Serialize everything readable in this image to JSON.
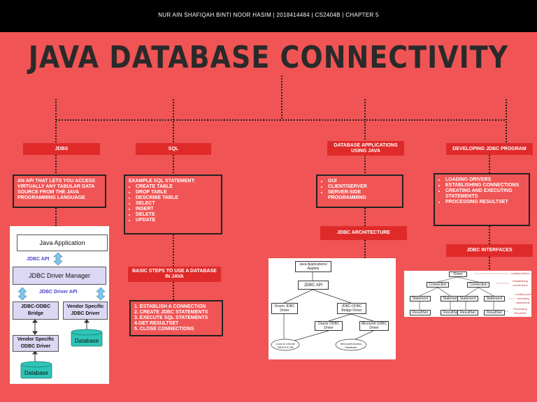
{
  "header": {
    "author_line": "NUR AIN SHAFIQAH BINTI NOOR HASIM | 2018414484 | CS2404B | CHAPTER 5"
  },
  "title": "JAVA DATABASE CONNECTIVITY",
  "branches": [
    {
      "label": "JDBS",
      "description": "AN API THAT LETS YOU ACCESS VIRTUALLY ANY TABULAR DATA SOURCE  FROM THE JAVA PROGRAMMING LANGUAGE"
    },
    {
      "label": "SQL",
      "intro": "EXAMPLE SQL STATEMENT:",
      "items": [
        "CREATE TABLE",
        "DROP TABLE",
        "DESCRIBE TABLE",
        "SELECT",
        "INSERT",
        "DELETE",
        "UPDATE"
      ],
      "sub_label": "BASIC STEPS TO USE A DATABASE IN JAVA",
      "steps": [
        "1. ESTABLISH A CONNECTION",
        "2. CREATE JDBC STATEMENTS",
        "3. EXECUTE SQL STATEMENTS",
        "4.GET RESULTSET",
        "5. CLOSE CONNECTIONS"
      ]
    },
    {
      "label": "DATABASE APPLICATIONS USING JAVA",
      "items": [
        "GUI",
        "CLIENT/SERVER",
        "SERVER-SIDE PROGRAMMING"
      ],
      "sub_label": "JDBC ARCHITECTURE"
    },
    {
      "label": "DEVELOPING JDBC PROGRAM",
      "items": [
        "LOADING DRIVERS",
        "ESTABLISHING CONNECTIONS",
        "CREATING AND EXECUTING STATEMENTS",
        "PROCESSING RESULTSET"
      ],
      "sub_label": "JDBC INTERFACES"
    }
  ],
  "jdbc_stack": {
    "app": "Java Application",
    "api": "JDBC API",
    "manager": "JDBC Driver Manager",
    "driver_api": "JDBC Driver API",
    "bridge": "JDBC-ODBC Bridge",
    "vendor_jdbc": "Vendor Specific JDBC Driver",
    "vendor_odbc": "Vendor Specific ODBC Driver",
    "db1": "Database",
    "db2": "Database"
  },
  "architecture": {
    "applets": "Java Applications/ Applets",
    "api": "JDBC API",
    "oracle_jdbc": "Oracle JDBC Driver",
    "bridge": "JDBC-ODBC Bridge Driver",
    "oracle_odbc": "Oracle ODBC Driver",
    "ms_odbc": "Microsoft ODBC Driver",
    "oracle_db": "Local or remote ORACLE DB",
    "access_db": "Microsoft Access Database"
  },
  "interfaces": {
    "driver": "Driver",
    "connection": "Connection",
    "statement": "Statement",
    "resultset": "ResultSet",
    "notes": [
      "Loading drivers",
      "Establishing connections",
      "Creating and executing statements",
      "Processing ResultSet"
    ]
  }
}
